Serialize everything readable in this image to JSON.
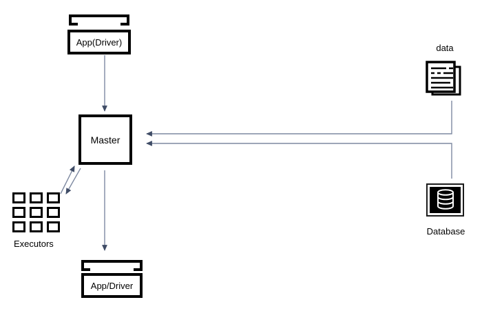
{
  "diagram": {
    "title": "cluster-architecture-diagram",
    "nodes": {
      "app_driver_top": {
        "label": "App(Driver)"
      },
      "master": {
        "label": "Master"
      },
      "executors": {
        "label": "Executors",
        "grid": "3x3"
      },
      "app_driver_bottom": {
        "label": "App/Driver"
      },
      "data": {
        "label": "data"
      },
      "database": {
        "label": "Database"
      }
    },
    "edges": [
      {
        "from": "app-driver-top",
        "to": "master",
        "style": "arrow-down"
      },
      {
        "from": "master",
        "to": "app-driver-bottom",
        "style": "arrow-down"
      },
      {
        "from": "data",
        "to": "master",
        "style": "elbow-arrow-left"
      },
      {
        "from": "database",
        "to": "master",
        "style": "elbow-arrow-left"
      },
      {
        "from": "master",
        "to": "executors",
        "style": "double-diagonal-arrows",
        "bidirectional": true
      }
    ],
    "colors": {
      "node_border": "#000000",
      "connector_line": "#7d89a1",
      "arrowhead": "#3f4c66",
      "database_fill": "#000000",
      "background": "#ffffff"
    }
  }
}
